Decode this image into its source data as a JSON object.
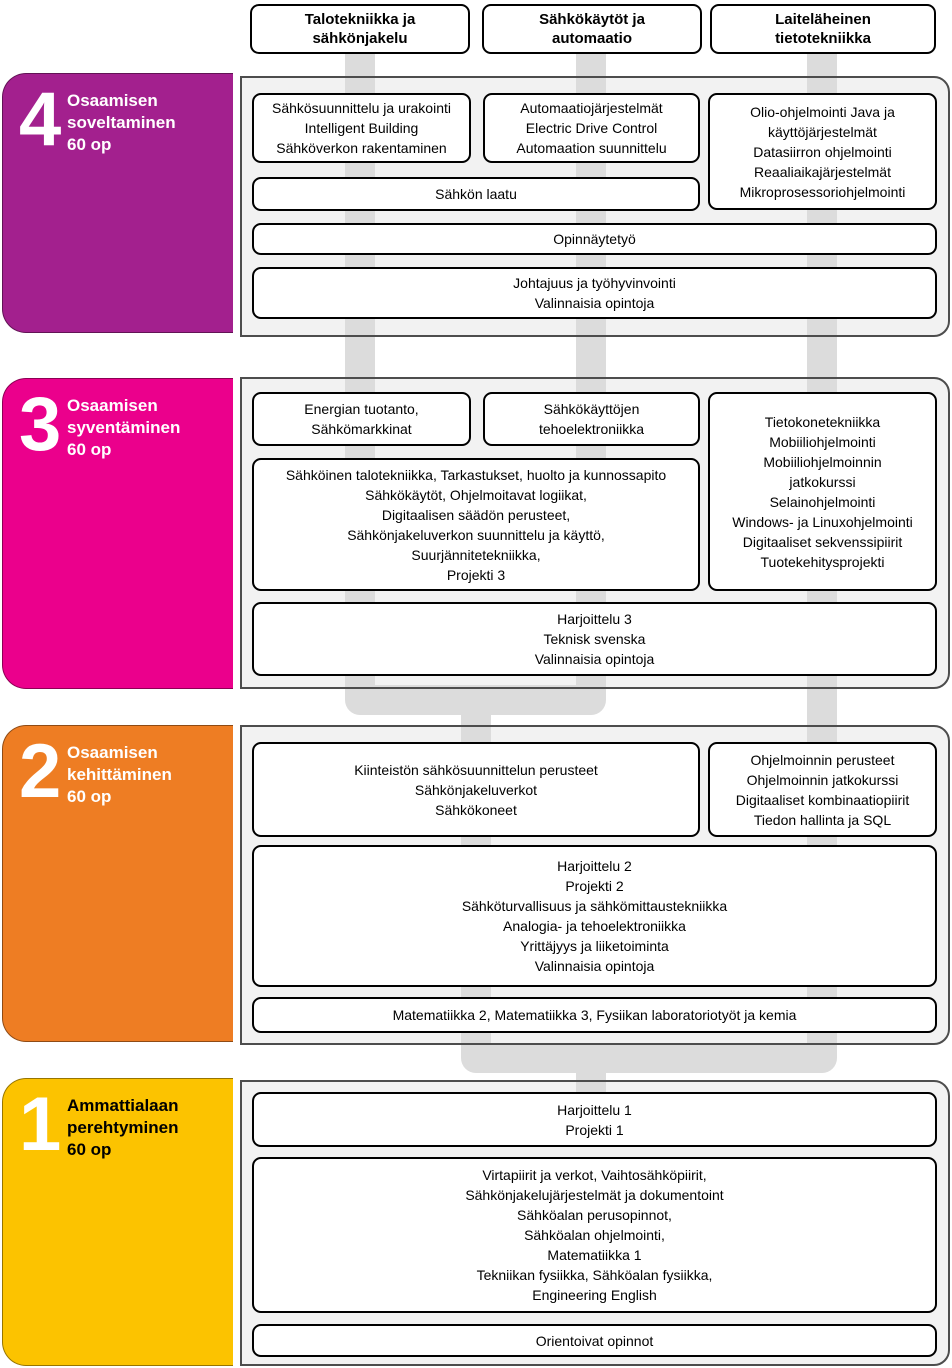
{
  "colors": {
    "level4": "#A3208E",
    "level3": "#EB008C",
    "level2": "#EE7D23",
    "level1": "#FCC300",
    "connector": "#DCDCDC",
    "panel_bg": "#F2F2F2",
    "panel_border": "#4D4D4D",
    "box_border": "#000000"
  },
  "columns": [
    {
      "label": "Talotekniikka ja\nsähkönjakelu"
    },
    {
      "label": "Sähkökäytöt ja\nautomaatio"
    },
    {
      "label": "Laiteläheinen\ntietotekniikka"
    }
  ],
  "levels": [
    {
      "number": "4",
      "label": "Osaamisen\nsoveltaminen\n60 op",
      "boxes": {
        "talotekniikka": "Sähkösuunnittelu ja urakointi\nIntelligent Building\nSähköverkon rakentaminen",
        "automaatio": "Automaatiojärjestelmät\nElectric Drive Control\nAutomaation suunnittelu",
        "tietotekniikka": "Olio-ohjelmointi Java ja\nkäyttöjärjestelmät\nDatasiirron ohjelmointi\nReaaliaikajärjestelmät\nMikroprosessoriohjelmointi",
        "sahkon_laatu": "Sähkön laatu",
        "opinnaytetyo": "Opinnäytetyö",
        "yhteiset": "Johtajuus ja työhyvinvointi\nValinnaisia opintoja"
      }
    },
    {
      "number": "3",
      "label": "Osaamisen\nsyventäminen\n60 op",
      "boxes": {
        "energia": "Energian tuotanto,\nSähkömarkkinat",
        "tehoelektroniikka": "Sähkökäyttöjen\ntehoelektroniikka",
        "tietotekniikka": "Tietokonetekniikka\nMobiiliohjelmointi\nMobiiliohjelmoinnin\njatkokurssi\nSelainohjelmointi\nWindows- ja Linuxohjelmointi\nDigitaaliset sekvenssipiirit\nTuotekehitysprojekti",
        "ydinopinnot": "Sähköinen talotekniikka, Tarkastukset, huolto ja kunnossapito\nSähkökäytöt, Ohjelmoitavat logiikat,\nDigitaalisen säädön perusteet,\nSähkönjakeluverkon suunnittelu ja käyttö,\nSuurjännitetekniikka,\nProjekti 3",
        "yhteiset": "Harjoittelu 3\nTeknisk svenska\nValinnaisia opintoja"
      }
    },
    {
      "number": "2",
      "label": "Osaamisen\nkehittäminen\n60 op",
      "boxes": {
        "sahkotekniikka": "Kiinteistön sähkösuunnittelun perusteet\nSähkönjakeluverkot\nSähkökoneet",
        "ohjelmointi": "Ohjelmoinnin perusteet\nOhjelmoinnin jatkokurssi\nDigitaaliset kombinaatiopiirit\nTiedon hallinta ja SQL",
        "ydinopinnot": "Harjoittelu 2\nProjekti 2\nSähköturvallisuus ja sähkömittaustekniikka\nAnalogia- ja tehoelektroniikka\nYrittäjyys ja liiketoiminta\nValinnaisia opintoja",
        "matematiikka": "Matematiikka 2, Matematiikka 3, Fysiikan laboratoriotyöt ja kemia"
      }
    },
    {
      "number": "1",
      "label": "Ammattialaan\nperehtyminen\n60 op",
      "boxes": {
        "harjoittelu": "Harjoittelu 1\nProjekti 1",
        "ydinopinnot": "Virtapiirit ja verkot, Vaihtosähköpiirit,\nSähkönjakelujärjestelmät ja dokumentoint\nSähköalan perusopinnot,\nSähköalan ohjelmointi,\nMatematiikka 1\nTekniikan fysiikka, Sähköalan fysiikka,\nEngineering English",
        "orientoivat": "Orientoivat opinnot"
      }
    }
  ]
}
